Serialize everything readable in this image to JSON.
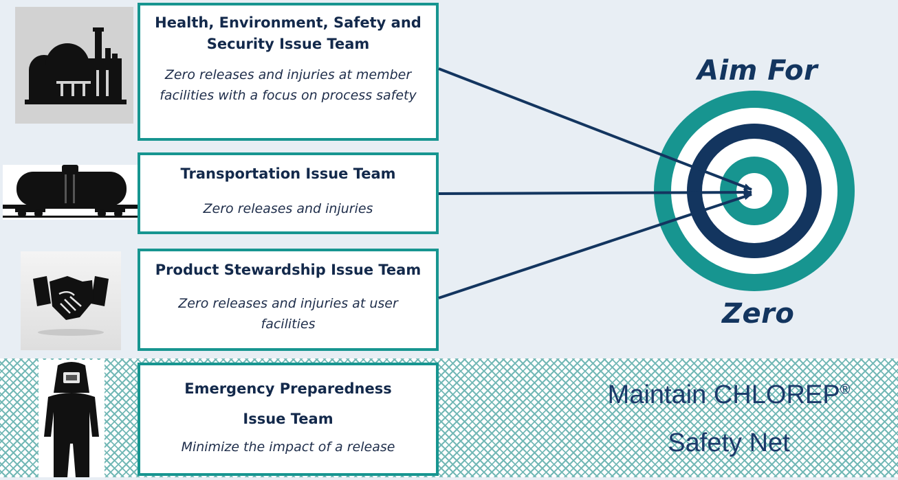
{
  "teams": [
    {
      "icon": "factory-icon",
      "title": "Health, Environment, Safety and Security Issue Team",
      "goal": "Zero releases and injuries at member facilities with a  focus on process safety"
    },
    {
      "icon": "rail-tank-car-icon",
      "title": "Transportation Issue Team",
      "goal": "Zero releases and injuries"
    },
    {
      "icon": "handshake-icon",
      "title": "Product Stewardship Issue Team",
      "goal": "Zero releases and injuries at user facilities"
    },
    {
      "icon": "protective-suit-icon",
      "title": "Emergency Preparedness Issue Team",
      "goal": "Minimize the impact of a release"
    }
  ],
  "target": {
    "top_label": "Aim For",
    "bottom_label": "Zero",
    "ring_colors": [
      "#179590",
      "#ffffff",
      "#13355f",
      "#ffffff",
      "#179590",
      "#ffffff"
    ]
  },
  "safety_net": {
    "line1": "Maintain CHLOREP",
    "registered_mark": "®",
    "line2": "Safety Net",
    "pattern_color": "#73b8b6"
  },
  "colors": {
    "box_border": "#179590",
    "heading": "#13294b",
    "arrow": "#13355f",
    "background": "#e8eef4"
  }
}
